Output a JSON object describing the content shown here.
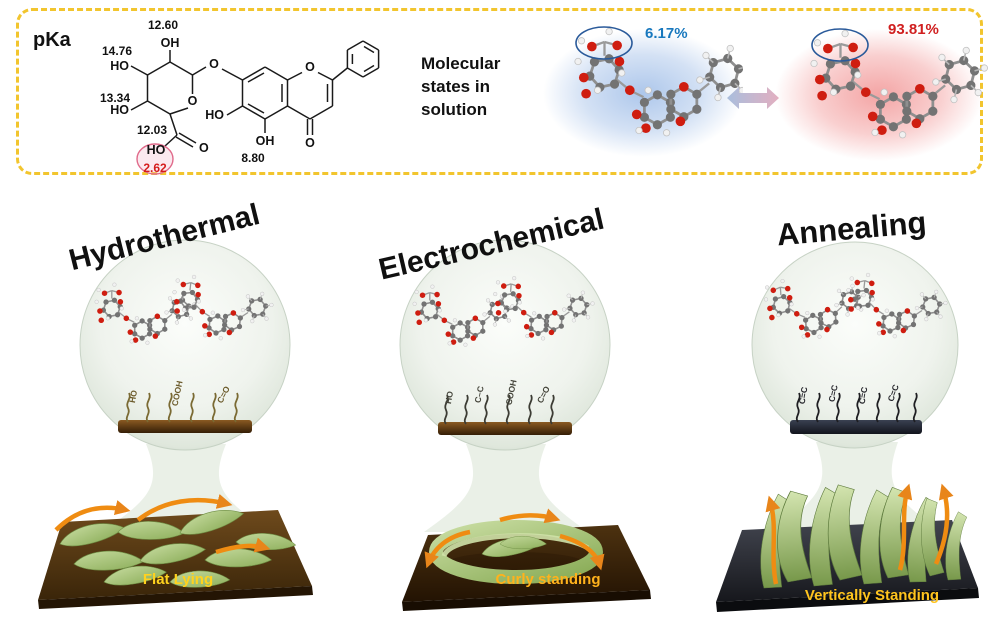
{
  "figure": {
    "top_panel": {
      "pka_label": "pKa",
      "values": {
        "v_12_60": "12.60",
        "v_14_76": "14.76",
        "v_13_34": "13.34",
        "v_12_03": "12.03",
        "v_8_80": "8.80",
        "v_2_62": "2.62"
      },
      "atoms": {
        "oh_top": "OH",
        "ho_left_upper": "HO",
        "ho_left_lower": "HO",
        "ring_o": "O",
        "glycosidic_o": "O",
        "acid_ho": "HO",
        "acid_o": "O",
        "ho_6": "HO",
        "oh_5": "OH",
        "chromone_o": "O",
        "carbonyl_o": "O"
      },
      "states_label": "Molecular states in solution",
      "neutral_percent": "6.17%",
      "anion_percent": "93.81%"
    },
    "panels": [
      {
        "title": "Hydrothermal",
        "surface_label": "Flat Lying",
        "groups": [
          "HO",
          "COOH",
          "C=O"
        ]
      },
      {
        "title": "Electrochemical",
        "surface_label": "Curly standing",
        "groups": [
          "HO",
          "C–C",
          "COOH",
          "C=O"
        ]
      },
      {
        "title": "Annealing",
        "surface_label": "Vertically Standing",
        "groups": [
          "C=C",
          "C=C",
          "C=C",
          "C=C"
        ]
      }
    ],
    "colors": {
      "box_border": "#f2c52e",
      "neutral_percent": "#1878be",
      "anion_percent": "#d01f1f",
      "surface_label_yellow": "#ffd21e",
      "surface_label_orange": "#ffb21c",
      "carbon": "#737373",
      "oxygen": "#cf1d10",
      "hydrogen": "#f1f1f1"
    }
  }
}
